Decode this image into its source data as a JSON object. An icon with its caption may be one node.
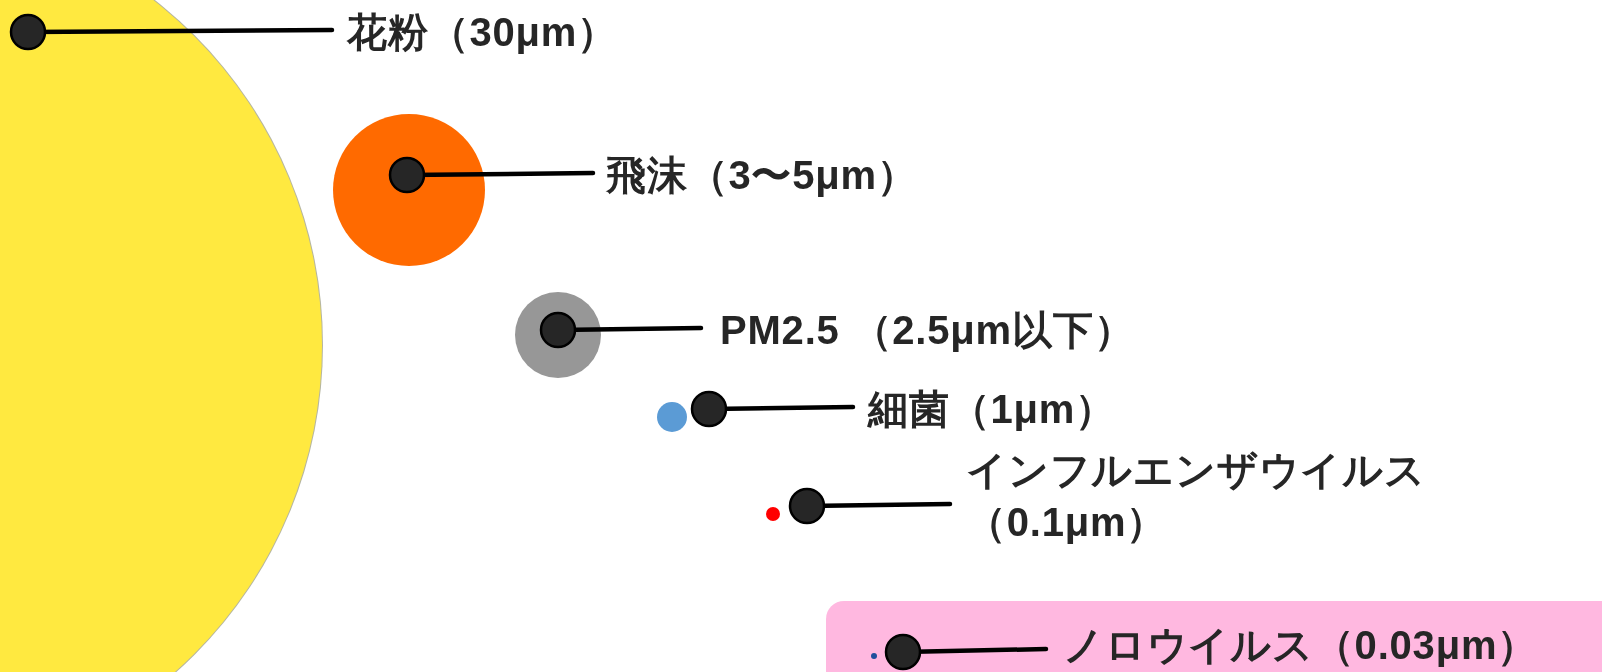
{
  "diagram": {
    "nodes": [
      {
        "text": [],
        "shape": "circle"
      },
      {
        "text": [
          "花粉（30μm）"
        ]
      },
      {
        "text": [],
        "shape": "circle"
      },
      {
        "text": [
          "飛沫（3〜5μm）"
        ]
      },
      {
        "text": [],
        "shape": "circle"
      },
      {
        "text": [
          "PM2.5 （2.5μm以下）"
        ]
      },
      {
        "text": [],
        "shape": "circle"
      },
      {
        "text": [
          "細菌（1μm）"
        ]
      },
      {
        "text": [],
        "shape": "circle"
      },
      {
        "text": [
          "インフルエンザウイルス（0.1μm）"
        ]
      },
      {
        "text": [],
        "shape": "box"
      },
      {
        "text": [
          "ノロウイルス（0.03μm）"
        ],
        "in": 10
      },
      {
        "text": [],
        "shape": "circle",
        "in": 10
      }
    ],
    "edges": [
      {
        "from": 1,
        "to": 0,
        "arrow": "other"
      },
      {
        "from": 3,
        "to": 2,
        "arrow": "other"
      },
      {
        "from": 5,
        "to": 4,
        "arrow": "other"
      },
      {
        "from": 7,
        "to": 6,
        "arrow": "other"
      },
      {
        "from": 9,
        "to": 8,
        "arrow": "other"
      },
      {
        "from": 11,
        "to": 12,
        "arrow": "other"
      }
    ]
  }
}
